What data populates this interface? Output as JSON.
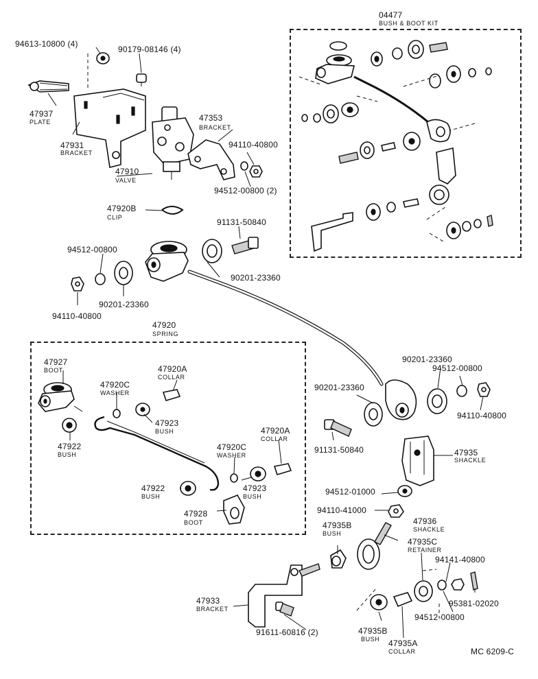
{
  "kit": {
    "number": "04477",
    "name": "BUSH & BOOT KIT"
  },
  "spring_group": {
    "number": "47920",
    "name": "SPRING"
  },
  "labels": {
    "p94613": "94613-10800 (4)",
    "p90179": "90179-08146 (4)",
    "p47937": "47937",
    "n47937": "PLATE",
    "p47931": "47931",
    "n47931": "BRACKET",
    "p47353": "47353",
    "n47353": "BRACKET",
    "p47910": "47910",
    "n47910": "VALVE",
    "p94110a": "94110-40800",
    "p94512a": "94512-00800 (2)",
    "p47920B": "47920B",
    "n47920B": "CLIP",
    "p91131a": "91131-50840",
    "p94512b": "94512-00800",
    "p90201a": "90201-23360",
    "p90201b": "90201-23360",
    "p94110b": "94110-40800",
    "p47927": "47927",
    "n47927": "BOOT",
    "p47920C1": "47920C",
    "n47920C1": "WASHER",
    "p47920A1": "47920A",
    "n47920A1": "COLLAR",
    "p47923a": "47923",
    "n47923a": "BUSH",
    "p47922a": "47922",
    "n47922a": "BUSH",
    "p47920C2": "47920C",
    "n47920C2": "WASHER",
    "p47920A2": "47920A",
    "n47920A2": "COLLAR",
    "p47922b": "47922",
    "n47922b": "BUSH",
    "p47923b": "47923",
    "n47923b": "BUSH",
    "p47928": "47928",
    "n47928": "BOOT",
    "p90201c": "90201-23360",
    "p94512c": "94512-00800",
    "p90201d": "90201-23360",
    "p94110c": "94110-40800",
    "p91131b": "91131-50840",
    "p47935": "47935",
    "n47935": "SHACKLE",
    "p94512d": "94512-01000",
    "p94110d": "94110-41000",
    "p47936": "47936",
    "n47936": "SHACKLE",
    "p47935B1": "47935B",
    "n47935B1": "BUSH",
    "p47935C": "47935C",
    "n47935C": "RETAINER",
    "p94141": "94141-40800",
    "p95381": "95381-02020",
    "p94512e": "94512-00800",
    "p47933": "47933",
    "n47933": "BRACKET",
    "p91611": "91611-60816 (2)",
    "p47935B2": "47935B",
    "n47935B2": "BUSH",
    "p47935A": "47935A",
    "n47935A": "COLLAR"
  },
  "footer": {
    "code": "MC 6209-C"
  }
}
